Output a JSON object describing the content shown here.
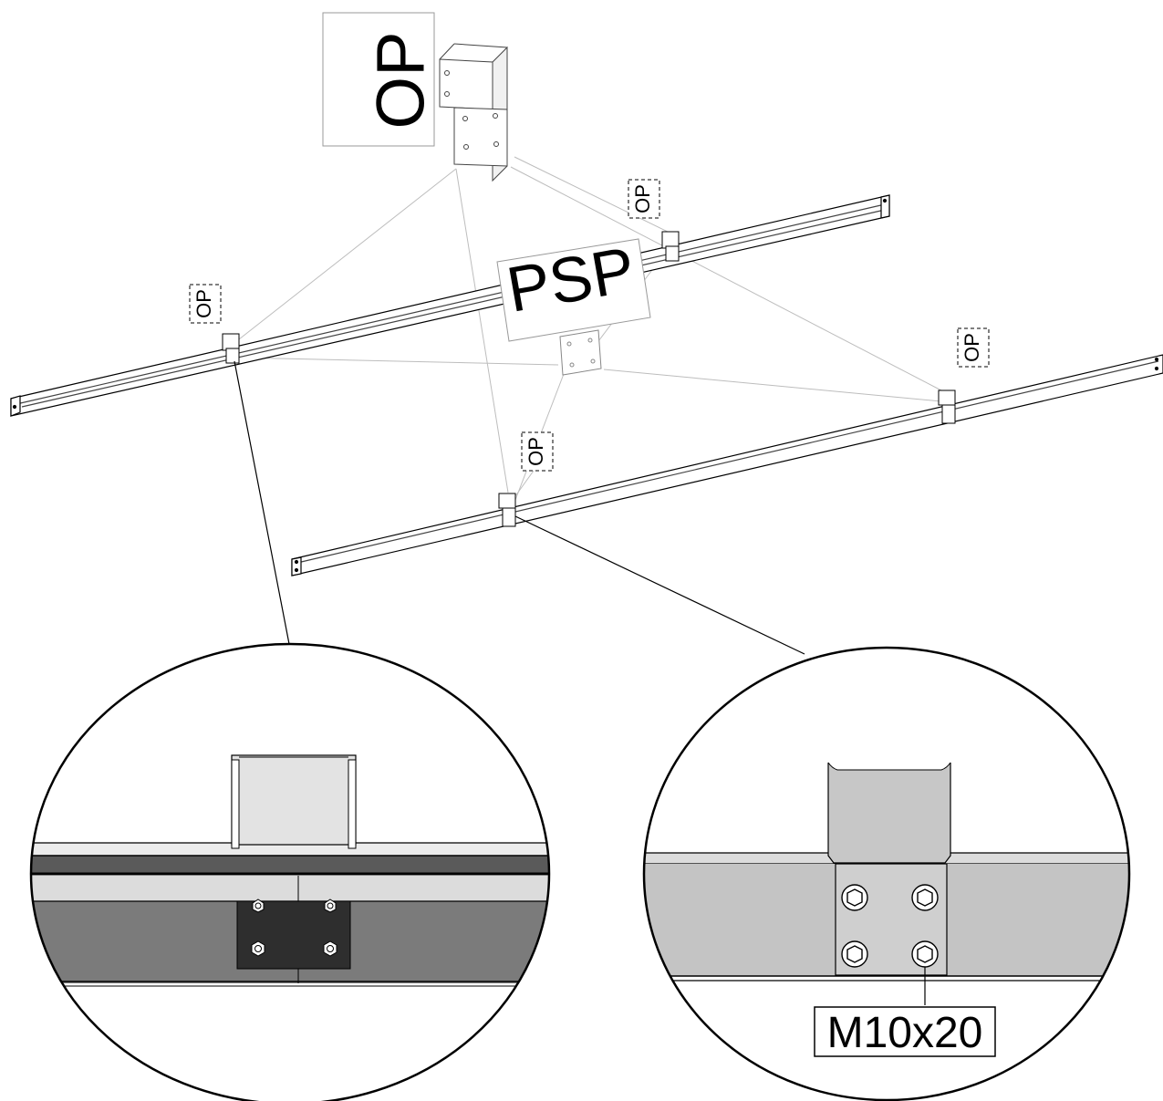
{
  "parts": {
    "op_title": "OP",
    "psp_title": "PSP",
    "op_marker_1": "OP",
    "op_marker_2": "OP",
    "op_marker_3": "OP",
    "op_marker_4": "OP"
  },
  "callouts": {
    "bolt_size": "M10x20"
  }
}
